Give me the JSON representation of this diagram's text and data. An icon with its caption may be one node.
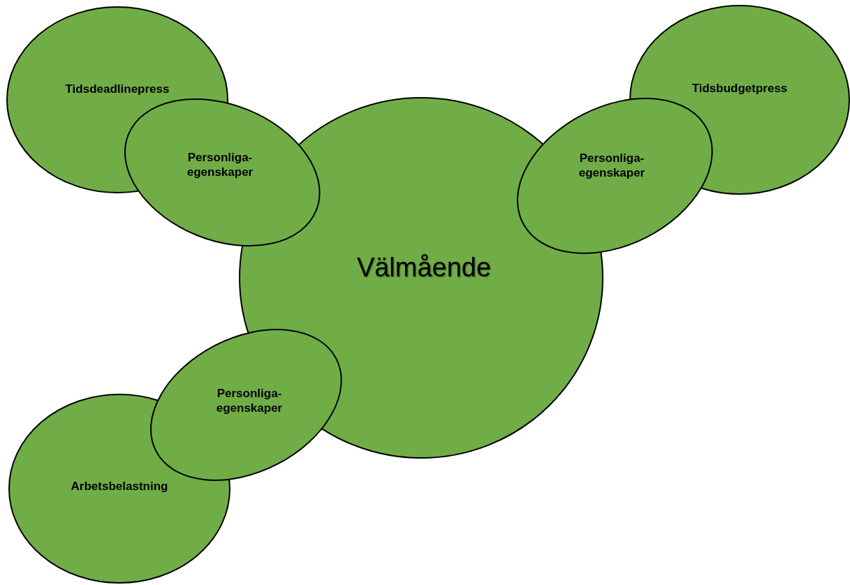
{
  "diagram": {
    "nodes": [
      {
        "text": [
          "Tidsdeadlinepress"
        ]
      },
      {
        "text": [
          "Personliga- egenskaper"
        ]
      },
      {
        "text": [
          "Tidsbudgetpress"
        ]
      },
      {
        "text": [
          "Personliga- egenskaper"
        ]
      },
      {
        "text": [
          "Välmående"
        ]
      },
      {
        "text": [
          "Personliga- egenskaper"
        ]
      },
      {
        "text": [
          "Arbetsbelastning"
        ]
      }
    ]
  }
}
